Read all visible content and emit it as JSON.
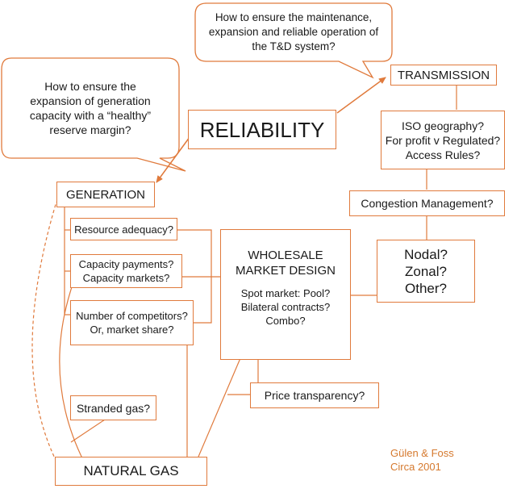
{
  "diagram": {
    "center": "RELIABILITY",
    "transmission": {
      "title": "TRANSMISSION",
      "questions": [
        "ISO geography?",
        "For profit v Regulated?",
        "Access Rules?"
      ],
      "congestion": "Congestion Management?",
      "pricing": [
        "Nodal?",
        "Zonal?",
        "Other?"
      ]
    },
    "generation": {
      "title": "GENERATION",
      "resource": "Resource adequacy?",
      "capacity": [
        "Capacity payments?",
        "Capacity markets?"
      ],
      "competitors": [
        "Number of competitors?",
        "Or, market share?"
      ]
    },
    "wholesale": {
      "title": [
        "WHOLESALE",
        "MARKET DESIGN"
      ],
      "options": [
        "Spot market: Pool?",
        "Bilateral contracts?",
        "Combo?"
      ]
    },
    "price_transparency": "Price transparency?",
    "stranded_gas": "Stranded gas?",
    "natural_gas": "NATURAL GAS",
    "callouts": {
      "td": [
        "How to ensure the maintenance,",
        "expansion and reliable operation of",
        "the T&D system?"
      ],
      "generation": [
        "How to ensure the",
        "expansion of generation",
        "capacity with a “healthy”",
        "reserve margin?"
      ]
    },
    "credit": [
      "Gülen & Foss",
      "Circa 2001"
    ],
    "colors": {
      "accent": "#e07a3c",
      "text": "#1a1a1a",
      "credit": "#d5792e"
    }
  }
}
